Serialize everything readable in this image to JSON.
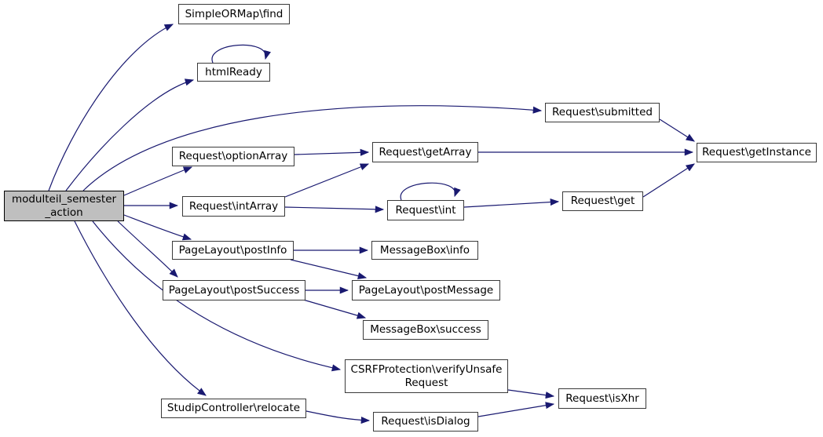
{
  "diagram": {
    "type": "call-graph",
    "colors": {
      "edge": "#191970",
      "node_border": "#3a3a3a",
      "node_fill": "#ffffff",
      "main_node_fill": "#bfbfbf",
      "main_node_border": "#000000",
      "text": "#000000",
      "background": "#ffffff"
    },
    "nodes": [
      {
        "id": "main",
        "label": "modulteil_semester\n_action",
        "main": true
      },
      {
        "id": "find",
        "label": "SimpleORMap\\find"
      },
      {
        "id": "htmlReady",
        "label": "htmlReady"
      },
      {
        "id": "submitted",
        "label": "Request\\submitted"
      },
      {
        "id": "optionArray",
        "label": "Request\\optionArray"
      },
      {
        "id": "getArray",
        "label": "Request\\getArray"
      },
      {
        "id": "intArray",
        "label": "Request\\intArray"
      },
      {
        "id": "int",
        "label": "Request\\int"
      },
      {
        "id": "getInstance",
        "label": "Request\\getInstance"
      },
      {
        "id": "get",
        "label": "Request\\get"
      },
      {
        "id": "postInfo",
        "label": "PageLayout\\postInfo"
      },
      {
        "id": "info",
        "label": "MessageBox\\info"
      },
      {
        "id": "postSuccess",
        "label": "PageLayout\\postSuccess"
      },
      {
        "id": "postMessage",
        "label": "PageLayout\\postMessage"
      },
      {
        "id": "success",
        "label": "MessageBox\\success"
      },
      {
        "id": "csrf",
        "label": "CSRFProtection\\verifyUnsafe\nRequest"
      },
      {
        "id": "relocate",
        "label": "StudipController\\relocate"
      },
      {
        "id": "isDialog",
        "label": "Request\\isDialog"
      },
      {
        "id": "isXhr",
        "label": "Request\\isXhr"
      }
    ],
    "edges": [
      {
        "from": "main",
        "to": "find"
      },
      {
        "from": "main",
        "to": "htmlReady"
      },
      {
        "from": "main",
        "to": "submitted"
      },
      {
        "from": "main",
        "to": "optionArray"
      },
      {
        "from": "main",
        "to": "intArray"
      },
      {
        "from": "main",
        "to": "postInfo"
      },
      {
        "from": "main",
        "to": "postSuccess"
      },
      {
        "from": "main",
        "to": "csrf"
      },
      {
        "from": "main",
        "to": "relocate"
      },
      {
        "from": "htmlReady",
        "to": "htmlReady"
      },
      {
        "from": "optionArray",
        "to": "getArray"
      },
      {
        "from": "intArray",
        "to": "getArray"
      },
      {
        "from": "intArray",
        "to": "int"
      },
      {
        "from": "int",
        "to": "int"
      },
      {
        "from": "int",
        "to": "get"
      },
      {
        "from": "getArray",
        "to": "getInstance"
      },
      {
        "from": "submitted",
        "to": "getInstance"
      },
      {
        "from": "get",
        "to": "getInstance"
      },
      {
        "from": "postInfo",
        "to": "info"
      },
      {
        "from": "postInfo",
        "to": "postMessage"
      },
      {
        "from": "postSuccess",
        "to": "postMessage"
      },
      {
        "from": "postSuccess",
        "to": "success"
      },
      {
        "from": "csrf",
        "to": "isXhr"
      },
      {
        "from": "relocate",
        "to": "isDialog"
      },
      {
        "from": "isDialog",
        "to": "isXhr"
      }
    ]
  }
}
